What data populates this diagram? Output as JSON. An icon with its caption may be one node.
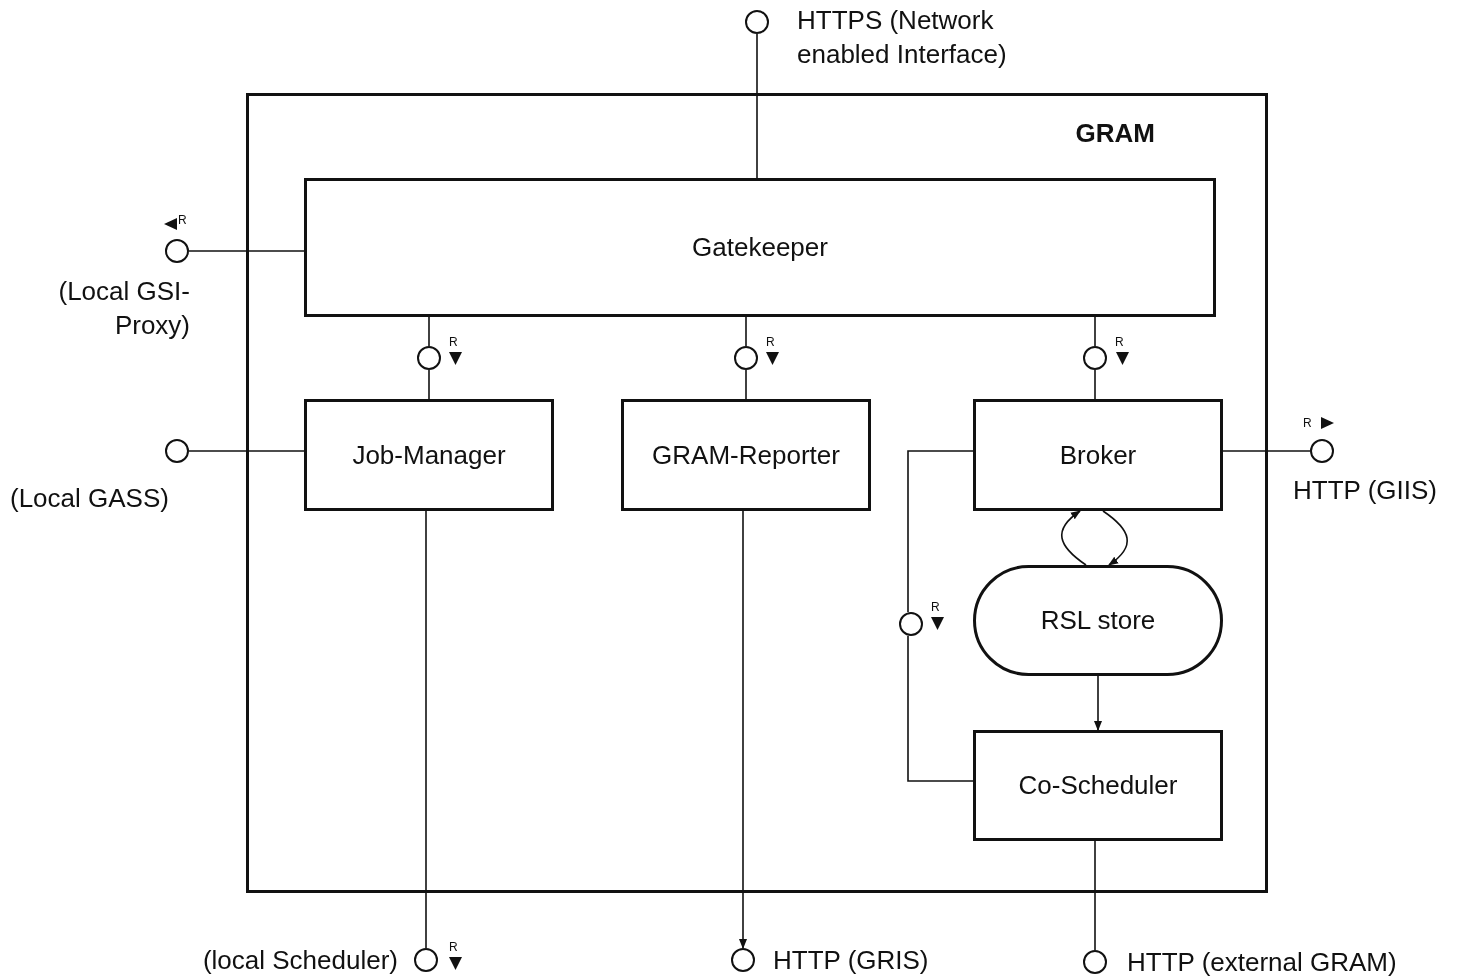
{
  "diagram": {
    "nodes": [
      {
        "text": [
          "GRAM"
        ]
      },
      {
        "text": [
          "Gatekeeper"
        ],
        "in": 0
      },
      {
        "text": [
          "Job-Manager"
        ],
        "in": 0
      },
      {
        "text": [
          "GRAM-Reporter"
        ],
        "in": 0
      },
      {
        "text": [
          "Broker"
        ],
        "in": 0
      },
      {
        "text": [
          "RSL store"
        ],
        "in": 0
      },
      {
        "text": [
          "Co-Scheduler"
        ],
        "in": 0
      },
      {
        "text": [],
        "shape": "circle",
        "beside": [
          "HTTPS (Network enabled Interface)"
        ]
      },
      {
        "text": [],
        "shape": "circle",
        "beside": [
          "R",
          "(Local GSI-Proxy)"
        ]
      },
      {
        "text": [],
        "shape": "circle",
        "beside": [
          "(Local GASS)"
        ]
      },
      {
        "text": [],
        "shape": "circle",
        "in": 0,
        "beside": [
          "R"
        ]
      },
      {
        "text": [],
        "shape": "circle",
        "in": 0,
        "beside": [
          "R"
        ]
      },
      {
        "text": [],
        "shape": "circle",
        "in": 0,
        "beside": [
          "R"
        ]
      },
      {
        "text": [],
        "shape": "circle",
        "beside": [
          "R",
          "HTTP (GIIS)"
        ]
      },
      {
        "text": [],
        "shape": "circle",
        "in": 0,
        "beside": [
          "R"
        ]
      },
      {
        "text": [],
        "shape": "circle",
        "beside": [
          "(local Scheduler)",
          "R"
        ]
      },
      {
        "text": [],
        "shape": "circle",
        "beside": [
          "HTTP (GRIS)"
        ]
      },
      {
        "text": [],
        "shape": "circle",
        "beside": [
          "HTTP (external GRAM)"
        ]
      }
    ],
    "edges": [
      {
        "from": 7,
        "to": 1,
        "arrow": "none"
      },
      {
        "from": 8,
        "to": 1,
        "arrow": "none"
      },
      {
        "from": 9,
        "to": 2,
        "arrow": "none"
      },
      {
        "from": 1,
        "to": 10,
        "arrow": "none"
      },
      {
        "from": 10,
        "to": 2,
        "arrow": "none"
      },
      {
        "from": 1,
        "to": 11,
        "arrow": "none"
      },
      {
        "from": 11,
        "to": 3,
        "arrow": "none"
      },
      {
        "from": 1,
        "to": 12,
        "arrow": "none"
      },
      {
        "from": 12,
        "to": 4,
        "arrow": "none"
      },
      {
        "from": 4,
        "to": 13,
        "arrow": "none"
      },
      {
        "from": 4,
        "to": 14,
        "arrow": "none"
      },
      {
        "from": 14,
        "to": 6,
        "arrow": "none"
      },
      {
        "from": 5,
        "to": 4,
        "arrow": "to"
      },
      {
        "from": 4,
        "to": 5,
        "arrow": "to"
      },
      {
        "from": 5,
        "to": 6,
        "arrow": "to"
      },
      {
        "from": 2,
        "to": 15,
        "arrow": "none"
      },
      {
        "from": 3,
        "to": 16,
        "arrow": "to"
      },
      {
        "from": 6,
        "to": 17,
        "arrow": "none"
      }
    ]
  }
}
